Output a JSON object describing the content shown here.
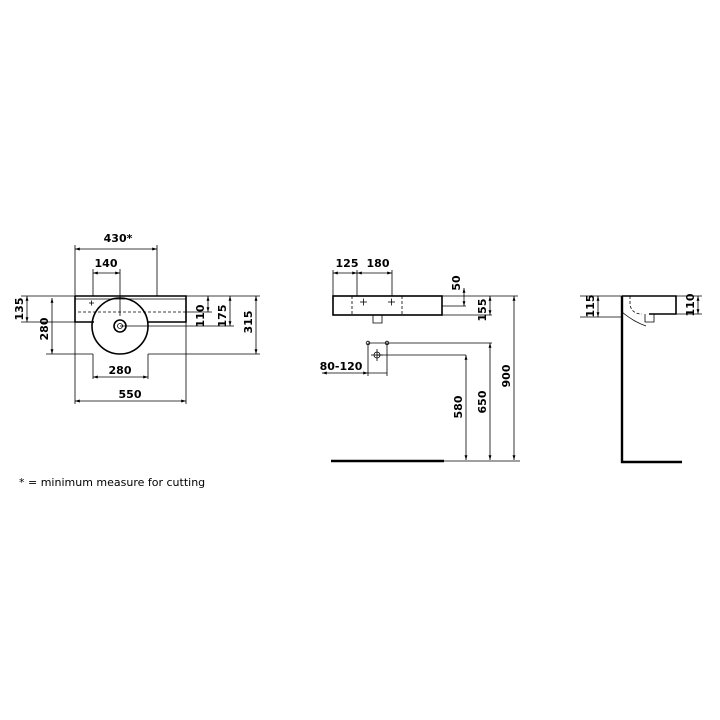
{
  "top_view": {
    "dims": {
      "width_cut": "430*",
      "offset_140": "140",
      "height_135": "135",
      "height_280": "280",
      "height_110": "110",
      "height_175": "175",
      "height_315": "315",
      "bowl_280": "280",
      "width_550": "550"
    }
  },
  "front_view": {
    "dims": {
      "tap_125": "125",
      "tap_180": "180",
      "height_50": "50",
      "height_155": "155",
      "range_80_120": "80-120",
      "height_580": "580",
      "height_650": "650",
      "height_900": "900"
    }
  },
  "side_view": {
    "dims": {
      "height_115": "115",
      "height_110": "110"
    }
  },
  "note": "* = minimum measure for cutting"
}
